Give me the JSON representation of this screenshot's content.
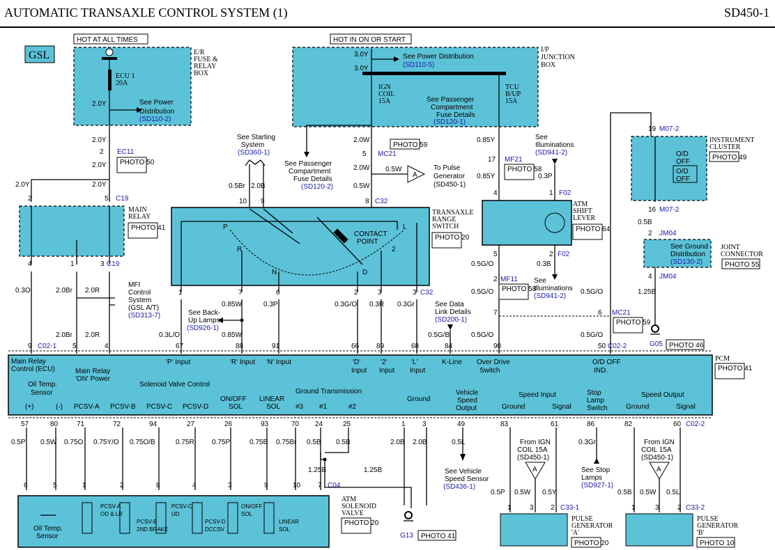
{
  "header": {
    "title": "AUTOMATIC TRANSAXLE CONTROL SYSTEM (1)",
    "code": "SD450-1"
  },
  "gsl": "GSL",
  "hot_all_times": "HOT AT ALL TIMES",
  "hot_on_start": "HOT IN ON OR START",
  "er_fuse": [
    "E/R",
    "FUSE &",
    "RELAY",
    "BOX"
  ],
  "ip_jb": [
    "I/P",
    "JUNCTION",
    "BOX"
  ],
  "ecu1": [
    "ECU 1",
    "20A"
  ],
  "see_power_dist": [
    "See Power",
    "Distribution"
  ],
  "sd110_2": "(SD110-2)",
  "sd110_5": "(SD110-5)",
  "see_power_dist_line": "See Power Distribution",
  "ign_coil": [
    "IGN",
    "COIL",
    "15A"
  ],
  "tcu_bup": [
    "TCU",
    "B/UP",
    "15A"
  ],
  "see_pass_fuse": [
    "See Passenger",
    "Compartment",
    "Fuse Details"
  ],
  "sd120_1": "(SD120-1)",
  "sd120_2": "(SD120-2)",
  "see_starting": [
    "See Starting",
    "System"
  ],
  "sd360_1": "(SD360-1)",
  "to_pulse_gen": [
    "To Pulse",
    "Generator",
    "(SD450-1)"
  ],
  "see_illum": [
    "See",
    "Illuminations"
  ],
  "sd941_2": "(SD941-2)",
  "main_relay": [
    "MAIN",
    "RELAY"
  ],
  "trs": [
    "TRANSAXLE",
    "RANGE",
    "SWITCH"
  ],
  "contact_point": [
    "CONTACT",
    "POINT"
  ],
  "atm_lever": [
    "ATM",
    "SHIFT",
    "LEVER"
  ],
  "inst_cluster": [
    "INSTRUMENT",
    "CLUSTER"
  ],
  "od_off": [
    "O/D",
    "OFF"
  ],
  "joint_conn": [
    "JOINT",
    "CONNECTOR"
  ],
  "see_ground_dist": [
    "See Ground",
    "Distribution"
  ],
  "sd130_2": "(SD130-2)",
  "mfi": [
    "MFI",
    "Control",
    "System",
    "(GSL A/T)"
  ],
  "sd313_7": "(SD313-7)",
  "see_backup": [
    "See Back-",
    "Up Lamps"
  ],
  "sd926_1": "(SD926-1)",
  "see_dlc": [
    "See Data",
    "Link Details"
  ],
  "sd200_1": "(SD200-1)",
  "photos": {
    "p50": "PHOTO 50",
    "p41": "PHOTO 41",
    "p59": "PHOTO 59",
    "p20": "PHOTO 20",
    "p58": "PHOTO 58",
    "p64": "PHOTO 64",
    "p49": "PHOTO 49",
    "p55": "PHOTO 55",
    "p46": "PHOTO 46",
    "p10": "PHOTO 10"
  },
  "connectors": {
    "ec11": "EC11",
    "c19": "C19",
    "mc21": "MC21",
    "c32": "C32",
    "mf21": "MF21",
    "f02": "F02",
    "mf11": "MF11",
    "m07_2": "M07-2",
    "jm04": "JM04",
    "c02_1": "C02-1",
    "c02_2": "C02-2",
    "c04": "C04",
    "c33_1": "C33-1",
    "c33_2": "C33-2",
    "g05": "G05",
    "g13": "G13"
  },
  "pcm": "PCM",
  "pcm_top": [
    "Main Relay",
    "Control (ECU)",
    "Main Relay",
    "'ON' Power",
    "'P' Input",
    "'R' Input",
    "'N' Input",
    "'D'",
    "Input",
    "'2'",
    "Input",
    "'L'",
    "Input",
    "K-Line",
    "Over Drive",
    "Switch",
    "O/D OFF",
    "IND."
  ],
  "pcm_bot": [
    "Oil Temp.",
    "Sensor",
    "(+)",
    "(-)",
    "Solenoid Valve Control",
    "PCSV-A",
    "PCSV-B",
    "PCSV-C",
    "PCSV-D",
    "ON/OFF",
    "SOL",
    "LINEAR",
    "SOL",
    "Ground Transmission",
    "#3",
    "#1",
    "#2",
    "Ground",
    "Vehicle",
    "Speed",
    "Output",
    "Speed Input",
    "Ground",
    "Signal",
    "Stop",
    "Lamp",
    "Switch",
    "Speed Output",
    "Ground",
    "Signal"
  ],
  "top_pins": [
    "9",
    "5",
    "4",
    "67",
    "88",
    "91",
    "66",
    "89",
    "68",
    "84",
    "90",
    "50"
  ],
  "bot_pins": [
    "57",
    "80",
    "71",
    "72",
    "94",
    "27",
    "26",
    "93",
    "70",
    "24",
    "25",
    "1",
    "3",
    "49",
    "83",
    "61",
    "86",
    "82",
    "60"
  ],
  "bot_wires": [
    "0.5P",
    "0.5W",
    "0.75O",
    "0.75Y/O",
    "0.75O/B",
    "0.75R",
    "0.75P",
    "0.75B",
    "0.75Br",
    "0.5B",
    "0.5B",
    "2.0B",
    "2.0B",
    "0.5L",
    "0.3Gr"
  ],
  "top_wires": [
    "0.3O",
    "2.0Br",
    "2.0R",
    "0.3L/O",
    "0.85W",
    "0.3P",
    "0.3G/O",
    "0.3R",
    "0.3Gr",
    "0.5G/B",
    "0.5G/O",
    "0.5G/O"
  ],
  "see_vss": [
    "See Vehicle",
    "Speed Sensor"
  ],
  "sd436_1": "(SD436-1)",
  "see_stop": [
    "See Stop",
    "Lamps"
  ],
  "sd927_1": "(SD927-1)",
  "from_ign": [
    "From IGN",
    "COIL 15A",
    "(SD450-1)"
  ],
  "atm_sol": [
    "ATM",
    "SOLENOID",
    "VALVE"
  ],
  "sol_names": [
    "PCSV-A",
    "OD & LR",
    "PCSV-B",
    "2ND BRAKE",
    "PCSV-C",
    "UD",
    "PCSV-D",
    "DCCSV",
    "ON/OFF",
    "SOL",
    "LINEAR",
    "SOL"
  ],
  "oil_temp": [
    "Oil Temp.",
    "Sensor"
  ],
  "pg_a": [
    "PULSE",
    "GENERATOR",
    "'A'"
  ],
  "pg_b": [
    "PULSE",
    "GENERATOR",
    "'B'"
  ]
}
